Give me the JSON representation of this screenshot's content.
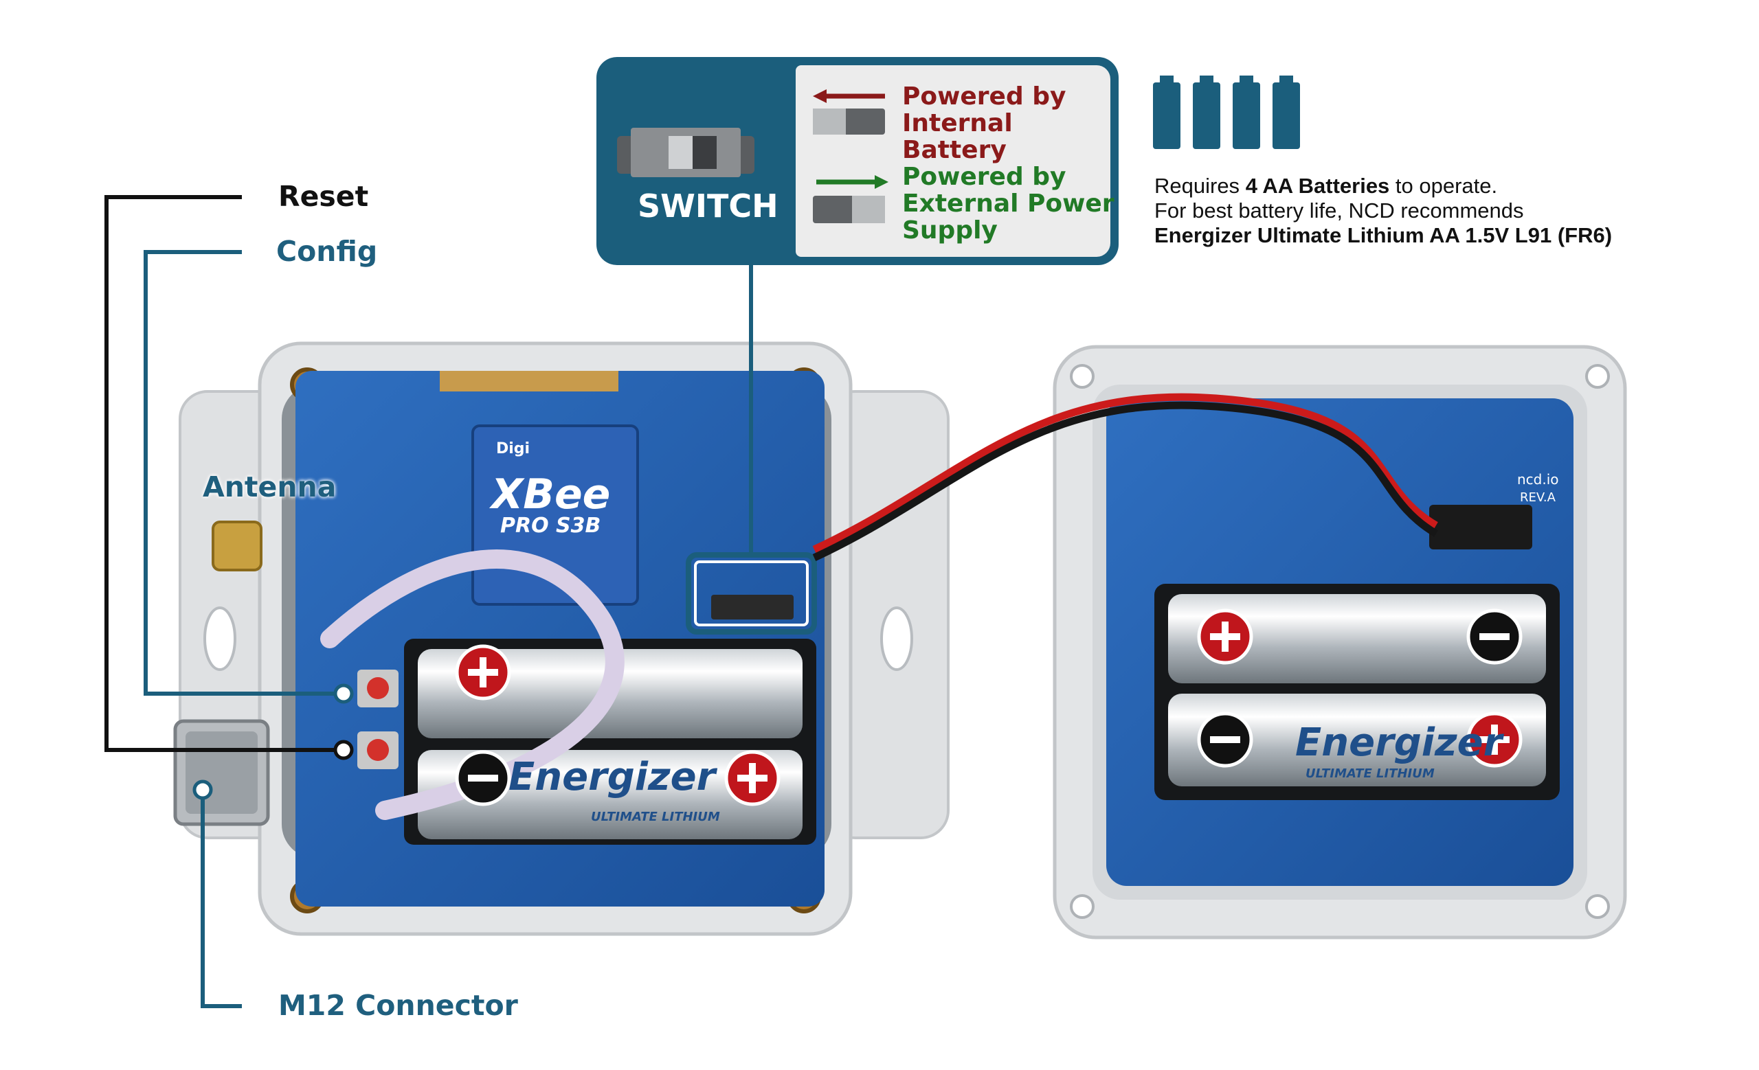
{
  "labels": {
    "reset": "Reset",
    "config": "Config",
    "antenna": "Antenna",
    "m12": "M12 Connector"
  },
  "switch_panel": {
    "title": "SWITCH",
    "option_internal": [
      "Powered by",
      "Internal Battery"
    ],
    "option_external": [
      "Powered by",
      "External Power",
      "Supply"
    ]
  },
  "battery_info": {
    "line1_prefix": "Requires ",
    "line1_bold": "4 AA Batteries",
    "line1_suffix": " to operate.",
    "line2": "For best battery life, NCD recommends",
    "line3": "Energizer Ultimate Lithium AA 1.5V L91 (FR6)",
    "battery_icon_count": 4
  },
  "board_text": {
    "xbee": "XBee",
    "xbee_model": "PRO S3B",
    "digi": "Digi",
    "brand": "Energizer",
    "brand_sub": "ULTIMATE LITHIUM",
    "ncd": "ncd.io",
    "rev": "REV.A"
  },
  "colors": {
    "teal": "#1b5e7c",
    "label_teal": "#1f5f7e",
    "red_option": "#8b1a1a",
    "green_option": "#217a26",
    "pcb_blue": "#1f5aa8",
    "enclosure": "#e2e4e6",
    "polarity_red": "#c0161c"
  }
}
